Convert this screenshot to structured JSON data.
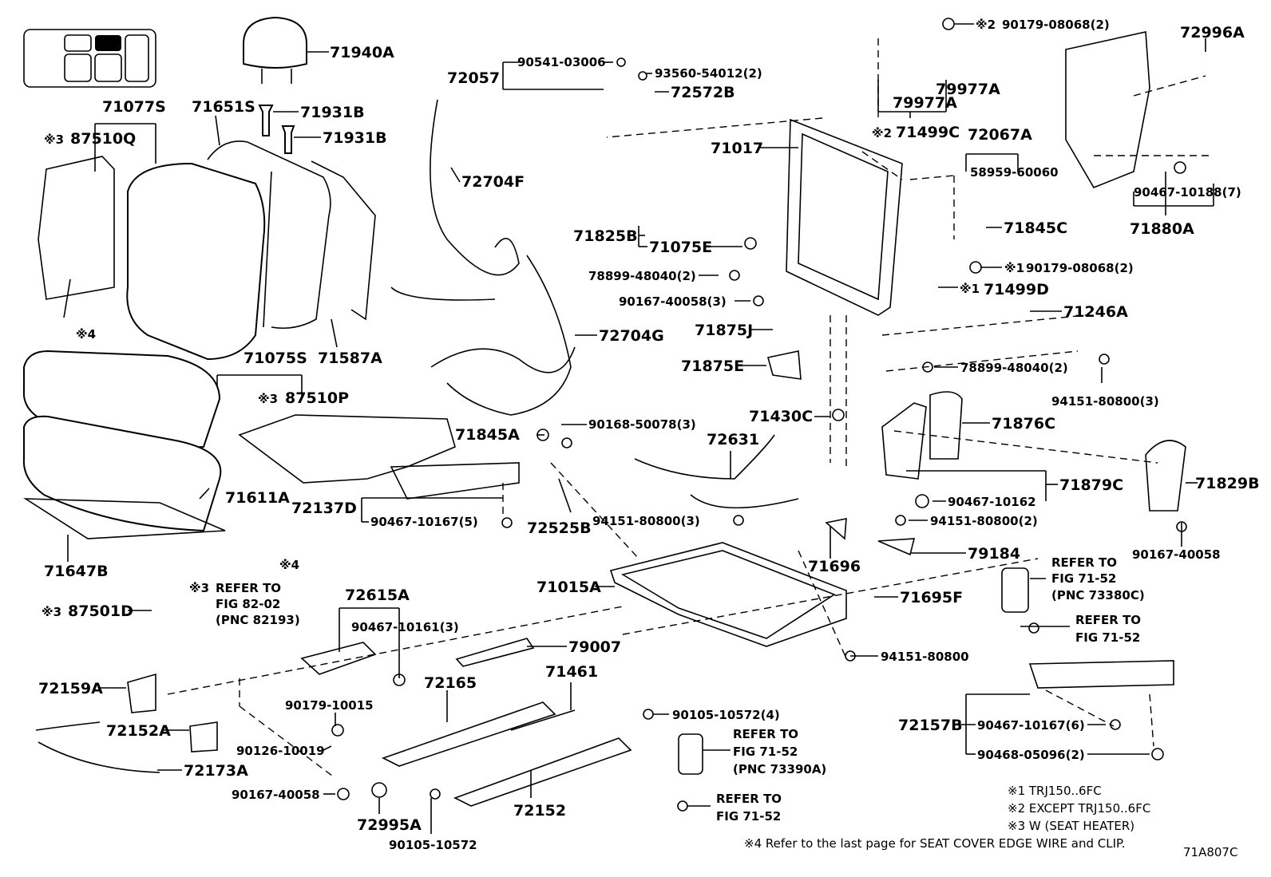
{
  "labels": {
    "l71940A": "71940A",
    "l71077S": "71077S",
    "l71651S": "71651S",
    "l71931B_1": "71931B",
    "l71931B_2": "71931B",
    "l87510Q": "87510Q",
    "l72057": "72057",
    "l90541": "90541-03006",
    "l93560": "93560-54012(2)",
    "l72572B": "72572B",
    "l72704F": "72704F",
    "l72704G": "72704G",
    "l71587A": "71587A",
    "l71075S": "71075S",
    "l87510P": "87510P",
    "l71611A": "71611A",
    "l71647B": "71647B",
    "l71845A": "71845A",
    "l90168": "90168-50078(3)",
    "l72137D": "72137D",
    "l90467_10167_5": "90467-10167(5)",
    "l72525B": "72525B",
    "l94151_3a": "94151-80800(3)",
    "l72631": "72631",
    "l71430C": "71430C",
    "l71017": "71017",
    "l71825B": "71825B",
    "l71075E": "71075E",
    "l78899_a": "78899-48040(2)",
    "l90167_3": "90167-40058(3)",
    "l71875J": "71875J",
    "l71875E": "71875E",
    "l90179_top": "90179-08068(2)",
    "l79977A_1": "79977A",
    "l79977A_2": "79977A",
    "l71499C": "71499C",
    "l72067A": "72067A",
    "l58959": "58959-60060",
    "l71845C": "71845C",
    "l90179_mid": "90179-08068(2)",
    "l71499D": "71499D",
    "l71246A": "71246A",
    "l78899_b": "78899-48040(2)",
    "l94151_3b": "94151-80800(3)",
    "l72996A": "72996A",
    "l90467_7": "90467-10188(7)",
    "l71880A": "71880A",
    "l71876C": "71876C",
    "l71879C": "71879C",
    "l90467_10162": "90467-10162",
    "l71829B": "71829B",
    "l90167_single": "90167-40058",
    "l94151_2": "94151-80800(2)",
    "l79184": "79184",
    "l71696": "71696",
    "l71015A": "71015A",
    "l71695F": "71695F",
    "l94151_single": "94151-80800",
    "l72615A": "72615A",
    "l90467_10161": "90467-10161(3)",
    "l79007": "79007",
    "l87501D": "87501D",
    "l72159A": "72159A",
    "l72152A": "72152A",
    "l72173A": "72173A",
    "l90179_10015": "90179-10015",
    "l90126": "90126-10019",
    "l90167_btm": "90167-40058",
    "l72995A": "72995A",
    "l90105_10572": "90105-10572",
    "l72152": "72152",
    "l72165": "72165",
    "l71461": "71461",
    "l90105_4": "90105-10572(4)",
    "l72157B": "72157B",
    "l90467_6": "90467-10167(6)",
    "l90468": "90468-05096(2)",
    "x4a": "※4",
    "x4b": "※4",
    "x3a": "※3",
    "x3b": "※3",
    "x3c": "※3",
    "x3d": "※3",
    "x2a": "※2",
    "x2b": "※2",
    "x1a": "※1",
    "x1b": "※1"
  },
  "refs": {
    "ref_82_02": [
      "REFER TO",
      "FIG 82-02",
      "(PNC 82193)"
    ],
    "ref_73380C": [
      "REFER TO",
      "FIG 71-52",
      "(PNC 73380C)"
    ],
    "ref_71_52_a": [
      "REFER TO",
      "FIG 71-52"
    ],
    "ref_73390A": [
      "REFER TO",
      "FIG 71-52",
      "(PNC 73390A)"
    ],
    "ref_71_52_b": [
      "REFER TO",
      "FIG 71-52"
    ]
  },
  "notes": {
    "n1": "※1  TRJ150..6FC",
    "n2": "※2  EXCEPT TRJ150..6FC",
    "n3": "※3  W (SEAT  HEATER)",
    "n4": "※4 Refer to the last page for SEAT COVER EDGE WIRE and CLIP.",
    "code": "71A807C"
  },
  "colors": {
    "ink": "#000000",
    "paper": "#ffffff",
    "selected_cell": "#000000"
  }
}
